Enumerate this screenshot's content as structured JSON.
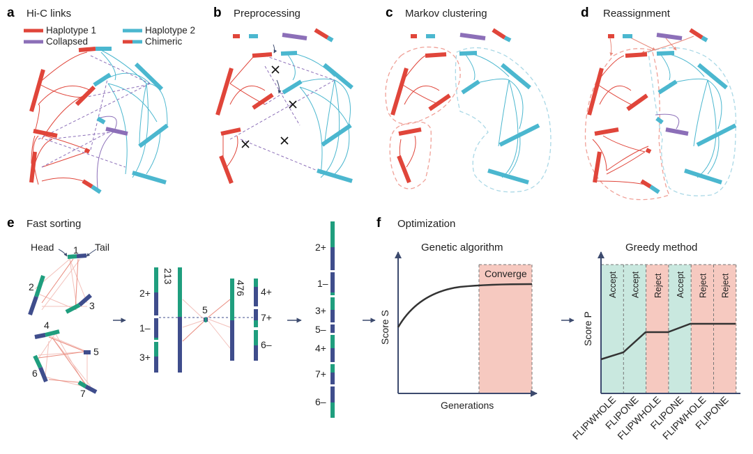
{
  "colors": {
    "haplotype1": "#e0453a",
    "haplotype2": "#4bb7cf",
    "collapsed": "#8c6fb8",
    "chimeric": "#e0453a",
    "head": "#1f9e7e",
    "tail": "#3f4d8c",
    "converge_fill": "#f6c9c0",
    "accept_fill": "#c9e8df",
    "reject_fill": "#f6c9c0"
  },
  "panels": {
    "a": {
      "letter": "a",
      "title": "Hi-C links"
    },
    "b": {
      "letter": "b",
      "title": "Preprocessing"
    },
    "c": {
      "letter": "c",
      "title": "Markov clustering"
    },
    "d": {
      "letter": "d",
      "title": "Reassignment"
    },
    "e": {
      "letter": "e",
      "title": "Fast sorting"
    },
    "f": {
      "letter": "f",
      "title": "Optimization"
    }
  },
  "legend": {
    "haplotype1": "Haplotype 1",
    "haplotype2": "Haplotype 2",
    "collapsed": "Collapsed",
    "chimeric": "Chimeric"
  },
  "sorting": {
    "head_label": "Head",
    "tail_label": "Tail",
    "node_labels": [
      "1",
      "2",
      "3",
      "4",
      "5",
      "6",
      "7"
    ],
    "group1": [
      "2+",
      "1–",
      "3+"
    ],
    "merged1": "213",
    "single": "5",
    "merged2": "476",
    "group2": [
      "4+",
      "7+",
      "6–"
    ],
    "final": [
      "2+",
      "1–",
      "3+",
      "5–",
      "4+",
      "7+",
      "6–"
    ]
  },
  "optimization": {
    "genetic_title": "Genetic algorithm",
    "genetic_ylabel": "Score S",
    "genetic_xlabel": "Generations",
    "converge_label": "Converge",
    "greedy_title": "Greedy method",
    "greedy_ylabel": "Score P",
    "greedy_columns": [
      {
        "decision": "Accept",
        "operation": "FLIPWHOLE",
        "kind": "accept"
      },
      {
        "decision": "Accept",
        "operation": "FLIPONE",
        "kind": "accept"
      },
      {
        "decision": "Reject",
        "operation": "FLIPWHOLE",
        "kind": "reject"
      },
      {
        "decision": "Accept",
        "operation": "FLIPONE",
        "kind": "accept"
      },
      {
        "decision": "Reject",
        "operation": "FLIPWHOLE",
        "kind": "reject"
      },
      {
        "decision": "Reject",
        "operation": "FLIPONE",
        "kind": "reject"
      }
    ]
  }
}
